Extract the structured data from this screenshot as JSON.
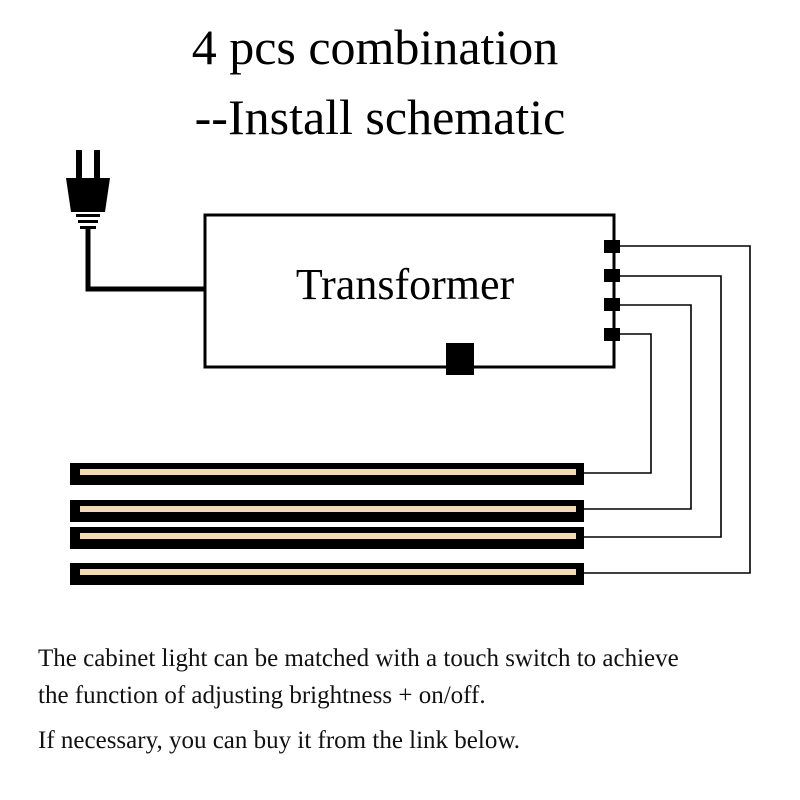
{
  "title": {
    "line1": "4 pcs combination",
    "line2": "--Install schematic"
  },
  "diagram": {
    "transformer_label": "Transformer",
    "light_count": 4,
    "output_count": 4,
    "colors": {
      "line": "#000000",
      "light_bar": "#000000",
      "light_glow": "#f3dcb4"
    }
  },
  "notes": {
    "line1": "The cabinet light can be matched with a touch switch to achieve",
    "line2": "the function of adjusting brightness + on/off.",
    "line3": "If necessary, you can buy it from the link below."
  }
}
